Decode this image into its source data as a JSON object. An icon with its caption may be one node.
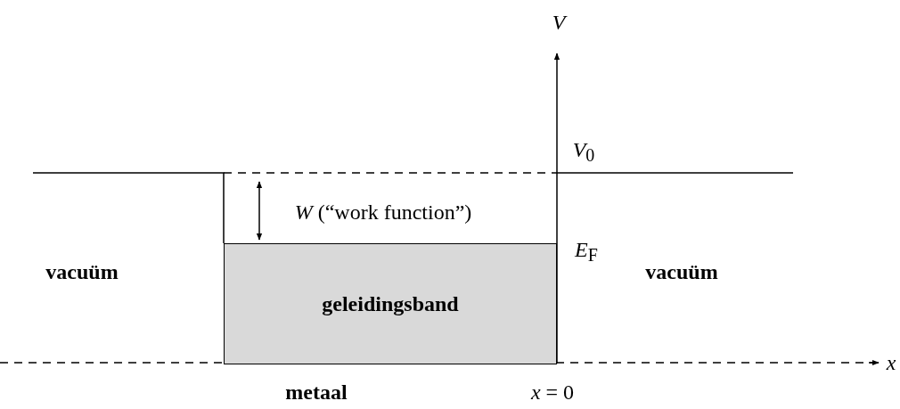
{
  "diagram": {
    "nodes": [
      {
        "text": [
          "geleidingsband"
        ]
      }
    ],
    "labels": [
      "V",
      "*V*$_{0}$",
      "*W* (“work function”)",
      "*E*$_{F}$",
      "vacuüm",
      "vacuüm",
      "x",
      "metaal",
      "*x* = 0"
    ]
  }
}
